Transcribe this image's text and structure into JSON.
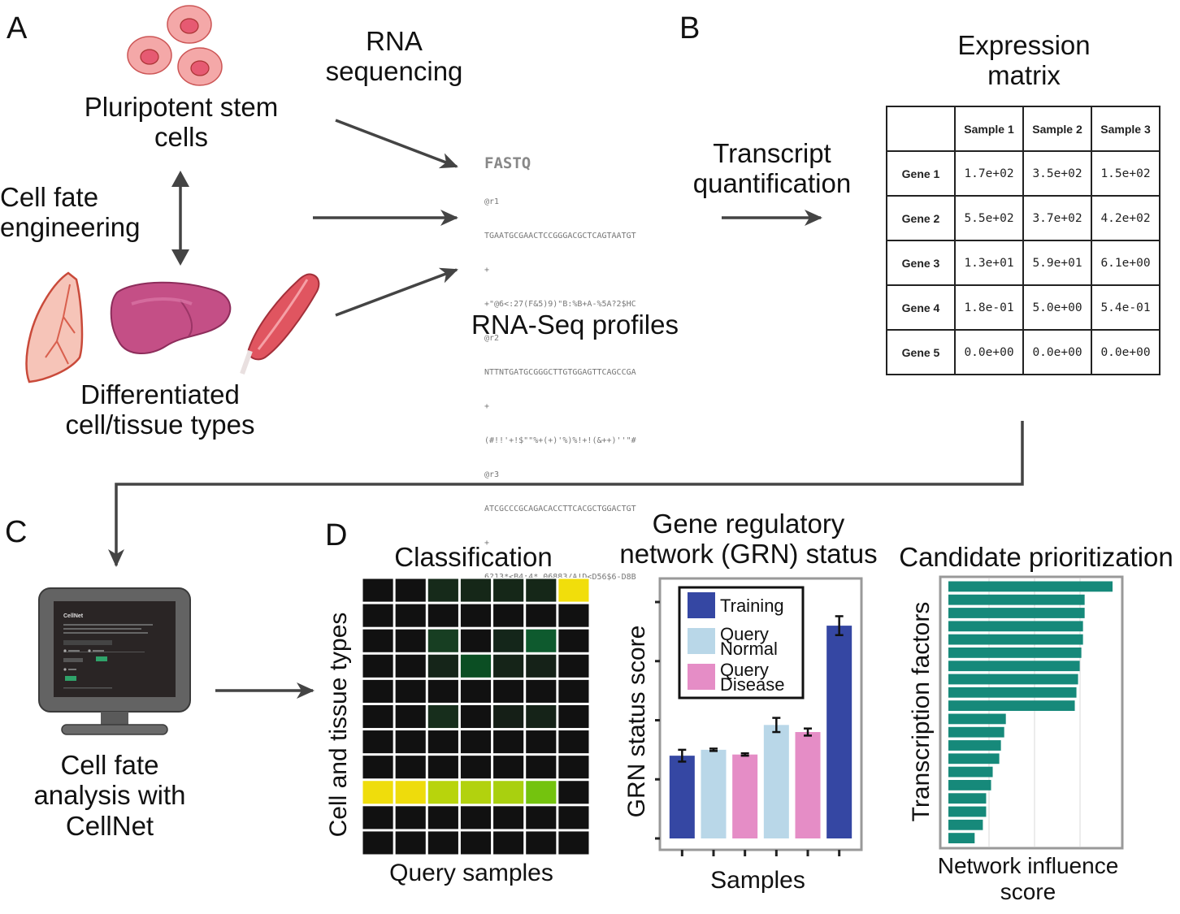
{
  "panels": {
    "a": "A",
    "b": "B",
    "c": "C",
    "d": "D"
  },
  "panelA": {
    "rna_seq_label": [
      "RNA",
      "sequencing"
    ],
    "stem_cells_label": [
      "Pluripotent stem",
      "cells"
    ],
    "engineering_label": [
      "Cell fate",
      "engineering"
    ],
    "diff_label": [
      "Differentiated",
      "cell/tissue types"
    ],
    "fastq": {
      "header": "FASTQ",
      "lines": [
        "@r1",
        "TGAATGCGAACTCCGGGACGCTCAGTAATGT",
        "+",
        "+\"@6<:27(F&5)9)\"B:%B+A-%5A?2$HC",
        "@r2",
        "NTTNTGATGCGGGCTTGTGGAGTTCAGCCGA",
        "+",
        "(#!!'+!$\"\"%+(+)'%)%!+!(&++)''\"#",
        "@r3",
        "ATCGCCCGCAGACACCTTCACGCTGGACTGT",
        "+",
        "6?13*<B4;4*.06883/A!D<D56$6-D8B"
      ]
    },
    "profiles_label": "RNA-Seq profiles"
  },
  "panelB": {
    "quant_label": [
      "Transcript",
      "quantification"
    ],
    "matrix_title": [
      "Expression",
      "matrix"
    ],
    "matrix": {
      "columns": [
        "Sample 1",
        "Sample 2",
        "Sample 3"
      ],
      "rows": [
        {
          "gene": "Gene 1",
          "values": [
            "1.7e+02",
            "3.5e+02",
            "1.5e+02"
          ]
        },
        {
          "gene": "Gene 2",
          "values": [
            "5.5e+02",
            "3.7e+02",
            "4.2e+02"
          ]
        },
        {
          "gene": "Gene 3",
          "values": [
            "1.3e+01",
            "5.9e+01",
            "6.1e+00"
          ]
        },
        {
          "gene": "Gene 4",
          "values": [
            "1.8e-01",
            "5.0e+00",
            "5.4e-01"
          ]
        },
        {
          "gene": "Gene 5",
          "values": [
            "0.0e+00",
            "0.0e+00",
            "0.0e+00"
          ]
        }
      ]
    }
  },
  "panelC": {
    "monitor_title": "CellNet",
    "label": [
      "Cell fate",
      "analysis with",
      "CellNet"
    ]
  },
  "panelD": {
    "classification_title": "Classification",
    "heatmap_ylabel": "Cell and tissue types",
    "heatmap_xlabel": "Query samples",
    "grn_title": [
      "Gene regulatory",
      "network (GRN) status"
    ],
    "grn_ylabel": "GRN status score",
    "grn_xlabel": "Samples",
    "prior_title": "Candidate prioritization",
    "prior_ylabel": "Transcription factors",
    "prior_xlabel": [
      "Network influence",
      "score"
    ]
  },
  "colors": {
    "training": "#3547a3",
    "query_normal": "#b9d7e8",
    "query_disease": "#e58dc6",
    "tf_bar": "#16897a",
    "arrow": "#444444"
  },
  "chart_data": [
    {
      "type": "heatmap",
      "title": "Classification",
      "xlabel": "Query samples",
      "ylabel": "Cell and tissue types",
      "n_cols": 7,
      "n_rows": 11,
      "cells": [
        [
          "#111111",
          "#111111",
          "#162a1a",
          "#152718",
          "#152718",
          "#152718",
          "#f1de0b"
        ],
        [
          "#111111",
          "#111111",
          "#111111",
          "#111111",
          "#111111",
          "#111111",
          "#111111"
        ],
        [
          "#111111",
          "#111111",
          "#173e22",
          "#111111",
          "#14261a",
          "#0e5a2e",
          "#111111"
        ],
        [
          "#111111",
          "#111111",
          "#152519",
          "#0b4e23",
          "#152418",
          "#152218",
          "#111111"
        ],
        [
          "#111111",
          "#111111",
          "#111111",
          "#111111",
          "#111111",
          "#111111",
          "#111111"
        ],
        [
          "#111111",
          "#111111",
          "#172e1c",
          "#111111",
          "#151f17",
          "#152318",
          "#111111"
        ],
        [
          "#111111",
          "#111111",
          "#111111",
          "#111111",
          "#111111",
          "#111111",
          "#111111"
        ],
        [
          "#111111",
          "#111111",
          "#111111",
          "#111111",
          "#111111",
          "#111111",
          "#111111"
        ],
        [
          "#efdd0c",
          "#eedc0c",
          "#b8d40c",
          "#b2d20e",
          "#a9d00f",
          "#74c30e",
          "#111111"
        ],
        [
          "#111111",
          "#111111",
          "#111111",
          "#111111",
          "#111111",
          "#111111",
          "#111111"
        ],
        [
          "#111111",
          "#111111",
          "#111111",
          "#111111",
          "#111111",
          "#111111",
          "#111111"
        ]
      ]
    },
    {
      "type": "bar",
      "title": "Gene regulatory network (GRN) status",
      "xlabel": "Samples",
      "ylabel": "GRN status score",
      "ylim": [
        0,
        1.0
      ],
      "legend": {
        "placement": "top-left",
        "entries": [
          {
            "name": "Training",
            "color": "#3547a3"
          },
          {
            "name": [
              "Query",
              "Normal"
            ],
            "color": "#b9d7e8"
          },
          {
            "name": [
              "Query",
              "Disease"
            ],
            "color": "#e58dc6"
          }
        ]
      },
      "bars": [
        {
          "group": "Training",
          "value": 0.35,
          "err": 0.025
        },
        {
          "group": "Query Normal",
          "value": 0.375,
          "err": 0.005
        },
        {
          "group": "Query Disease",
          "value": 0.355,
          "err": 0.005
        },
        {
          "group": "Query Normal",
          "value": 0.48,
          "err": 0.03
        },
        {
          "group": "Query Disease",
          "value": 0.45,
          "err": 0.015
        },
        {
          "group": "Training",
          "value": 0.9,
          "err": 0.04
        }
      ]
    },
    {
      "type": "bar",
      "orientation": "horizontal",
      "title": "Candidate prioritization",
      "xlabel": "Network influence score",
      "ylabel": "Transcription factors",
      "values": [
        1.0,
        0.83,
        0.83,
        0.82,
        0.82,
        0.81,
        0.8,
        0.79,
        0.78,
        0.77,
        0.35,
        0.34,
        0.32,
        0.31,
        0.27,
        0.26,
        0.23,
        0.23,
        0.21,
        0.16
      ]
    }
  ]
}
